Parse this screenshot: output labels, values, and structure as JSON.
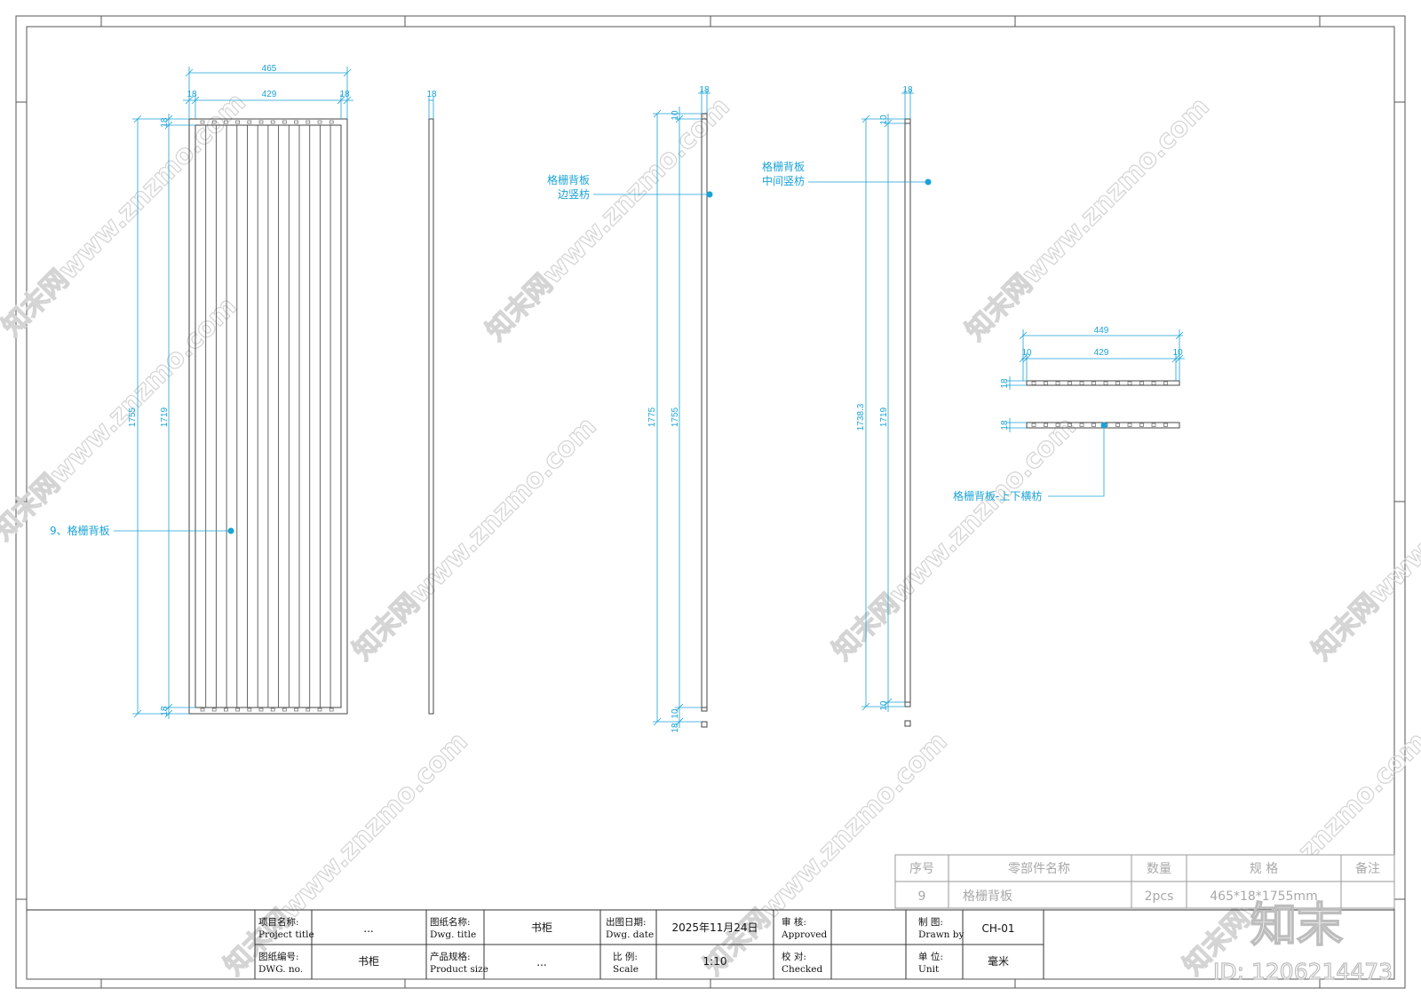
{
  "dimensions": {
    "panel_width": "465",
    "panel_inner": "429",
    "panel_side_left": "18",
    "panel_side_right": "18",
    "panel_height_total": "1755",
    "panel_height_inner": "1719",
    "panel_top": "18",
    "panel_bottom": "18",
    "side_view_thickness": "18",
    "edge_stile_thickness": "18",
    "edge_stile_top": "10",
    "edge_stile_bottom_a": "10",
    "edge_stile_bottom_b": "18",
    "edge_stile_total": "1775",
    "edge_stile_inner": "1755",
    "mid_stile_thickness": "18",
    "mid_stile_top": "10",
    "mid_stile_bottom": "10",
    "mid_stile_total": "1738.3",
    "mid_stile_inner": "1719",
    "rail_total": "449",
    "rail_inner": "429",
    "rail_left": "10",
    "rail_right": "10",
    "rail_height_a": "18",
    "rail_height_b": "18"
  },
  "callouts": {
    "panel": "9、格栅背板",
    "edge_stile_line1": "格栅背板",
    "edge_stile_line2": "边竖枋",
    "mid_stile_line1": "格栅背板",
    "mid_stile_line2": "中间竖枋",
    "rail": "格栅背板-上下横枋"
  },
  "bom": {
    "headers": [
      "序号",
      "零部件名称",
      "数量",
      "规 格",
      "备注"
    ],
    "row": [
      "9",
      "格栅背板",
      "2pcs",
      "465*18*1755mm",
      ""
    ]
  },
  "title_block": {
    "project_label_cn": "项目名称:",
    "project_label_en": "Project title",
    "project_value": "...",
    "dwg_title_label_cn": "图纸名称:",
    "dwg_title_label_en": "Dwg. title",
    "dwg_title_value": "书柜",
    "date_label_cn": "出图日期:",
    "date_label_en": "Dwg. date",
    "date_value": "2025年11月24日",
    "approved_label_cn": "审  核:",
    "approved_label_en": "Approved",
    "approved_value": "",
    "drawn_label_cn": "制  图:",
    "drawn_label_en": "Drawn by",
    "drawn_value": "CH-01",
    "dwg_no_label_cn": "图纸编号:",
    "dwg_no_label_en": "DWG. no.",
    "dwg_no_value": "书柜",
    "size_label_cn": "产品规格:",
    "size_label_en": "Product size",
    "size_value": "...",
    "scale_label_cn": "比  例:",
    "scale_label_en": "Scale",
    "scale_value": "1:10",
    "checked_label_cn": "校  对:",
    "checked_label_en": "Checked",
    "checked_value": "",
    "unit_label_cn": "单  位:",
    "unit_label_en": "Unit",
    "unit_value": "毫米"
  },
  "watermark": {
    "site": "知末网www.znzmo.com",
    "brand": "知末",
    "id": "ID: 1206214473"
  },
  "colors": {
    "dimension": "#1aa3d6",
    "frame": "#555555",
    "object": "#444444"
  }
}
